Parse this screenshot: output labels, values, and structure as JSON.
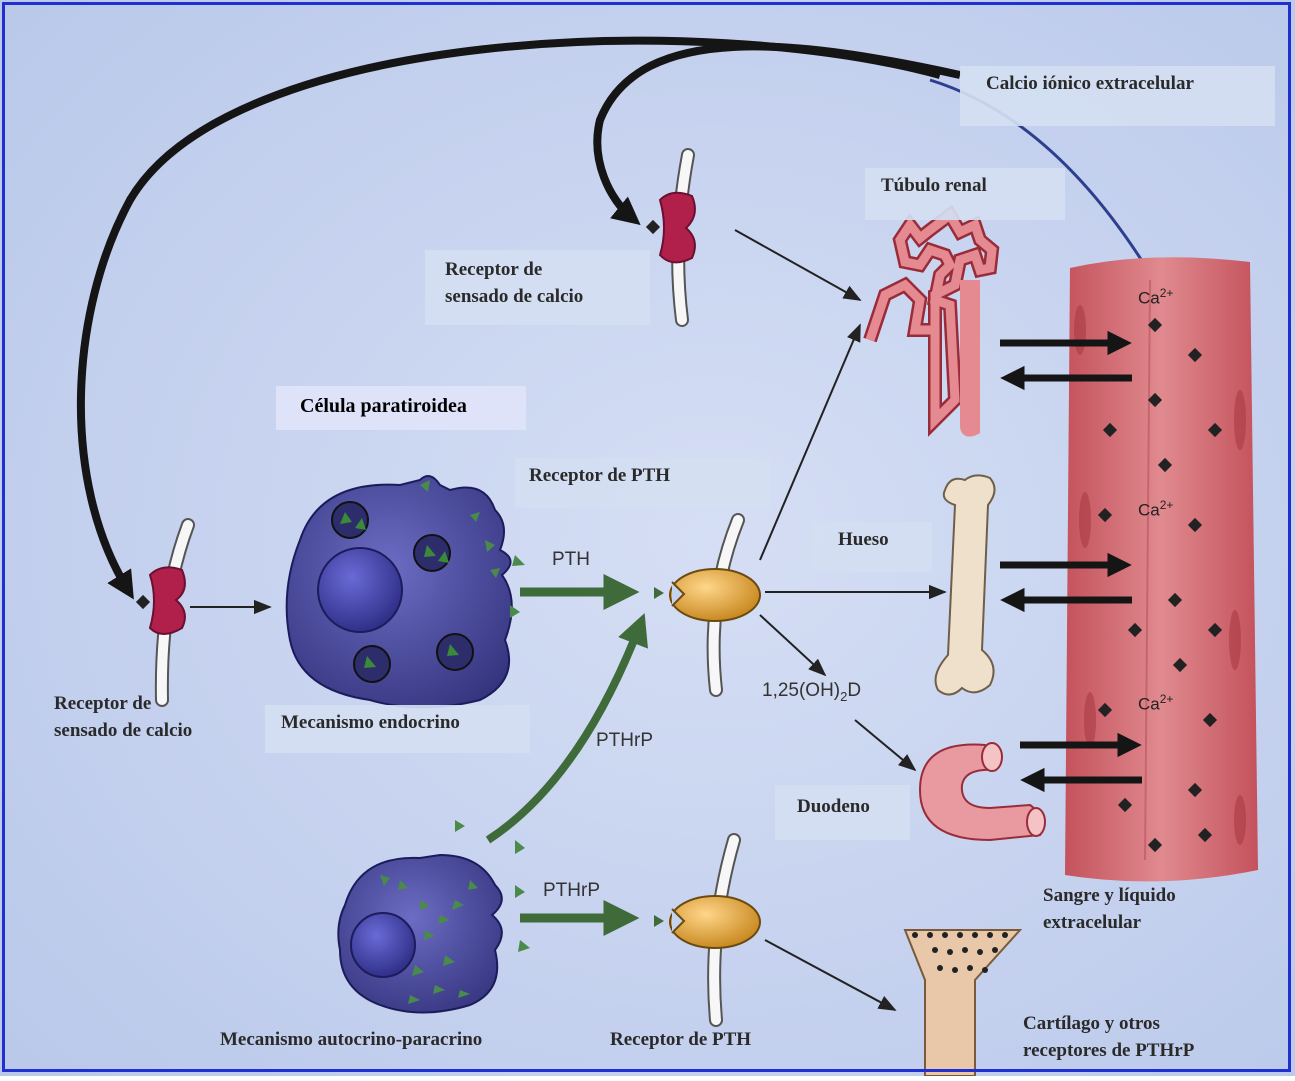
{
  "labels": {
    "calcio_ionico": "Calcio iónico extracelular",
    "tubulo_renal": "Túbulo renal",
    "receptor_sensado_top": "Receptor de\nsensado de calcio",
    "celula_paratiroidea": "Célula paratiroidea",
    "receptor_pth_top": "Receptor de PTH",
    "hueso": "Hueso",
    "receptor_sensado_left": "Receptor de\nsensado de calcio",
    "mecanismo_endocrino": "Mecanismo endocrino",
    "pth": "PTH",
    "pthrp_diag": "PTHrP",
    "pthrp_lower": "PTHrP",
    "vitd_main": "1,25(OH)",
    "vitd_sub": "2",
    "vitd_end": "D",
    "duodeno": "Duodeno",
    "sangre": "Sangre y líquido\nextracelular",
    "mecanismo_autocrino": "Mecanismo autocrino-paracrino",
    "receptor_pth_bottom": "Receptor de PTH",
    "cartilago": "Cartílago y otros\nreceptores de PTHrP",
    "ca": "Ca",
    "ca_sup": "2+"
  },
  "colors": {
    "background": "#c6d3ef",
    "frame": "#1f2fd0",
    "receptor_sensing": "#b0204a",
    "receptor_pth": "#e0a020",
    "cell": "#4a4aa8",
    "blood_vessel": "#d8707a",
    "kidney": "#e58a90",
    "bone": "#efe0cc",
    "duodenum": "#e89aa0",
    "green_arrow": "#3f6b3a"
  }
}
